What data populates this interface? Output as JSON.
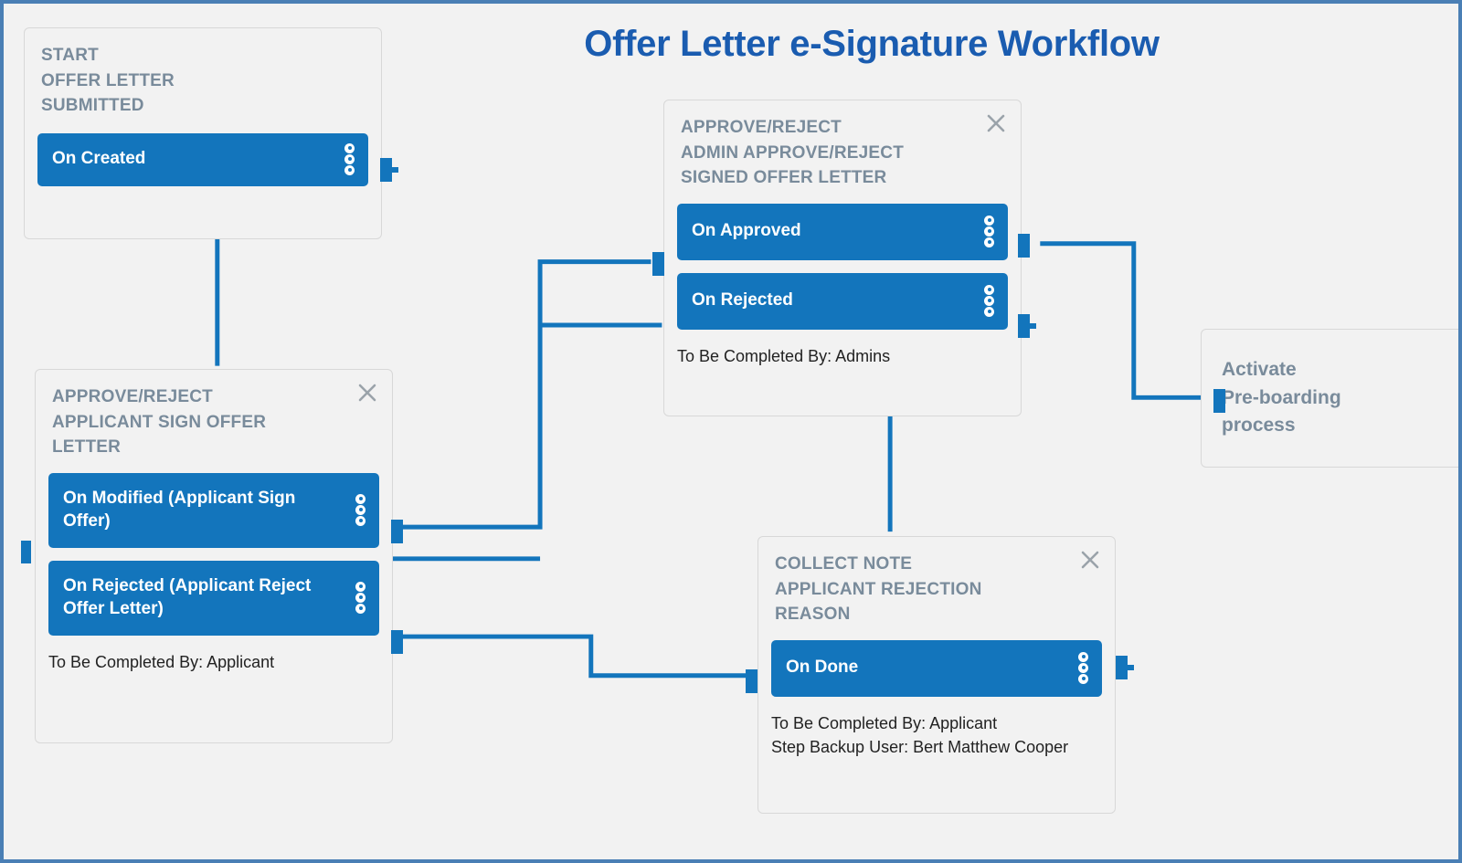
{
  "diagram": {
    "title": "Offer Letter e-Signature Workflow",
    "accent_color": "#1375bc",
    "title_color": "#1a5cb0",
    "canvas_border_color": "#4a7fb5",
    "card_title_color": "#798b9b",
    "canvas_background": "#f2f2f2"
  },
  "nodes": {
    "start": {
      "title": "START\nOFFER LETTER\nSUBMITTED",
      "events": [
        {
          "label": "On Created",
          "menu_icon": "more-vertical-icon"
        }
      ]
    },
    "applicant_sign": {
      "title": "APPROVE/REJECT\nAPPLICANT SIGN OFFER\nLETTER",
      "close_icon": "close-icon",
      "events": [
        {
          "label": "On Modified (Applicant Sign Offer)",
          "menu_icon": "more-vertical-icon"
        },
        {
          "label": "On Rejected (Applicant Reject Offer Letter)",
          "menu_icon": "more-vertical-icon"
        }
      ],
      "meta": "To Be Completed By: Applicant"
    },
    "admin_approve": {
      "title": "APPROVE/REJECT\nADMIN APPROVE/REJECT\nSIGNED OFFER LETTER",
      "close_icon": "close-icon",
      "events": [
        {
          "label": "On Approved",
          "menu_icon": "more-vertical-icon"
        },
        {
          "label": "On Rejected",
          "menu_icon": "more-vertical-icon"
        }
      ],
      "meta": "To Be Completed By: Admins"
    },
    "collect_note": {
      "title": "COLLECT NOTE\nAPPLICANT REJECTION\nREASON",
      "close_icon": "close-icon",
      "events": [
        {
          "label": "On Done",
          "menu_icon": "more-vertical-icon"
        }
      ],
      "meta": "To Be Completed By: Applicant\nStep Backup User: Bert Matthew Cooper"
    },
    "activate_preboarding": {
      "label": "Activate\nPre-boarding\nprocess"
    }
  }
}
